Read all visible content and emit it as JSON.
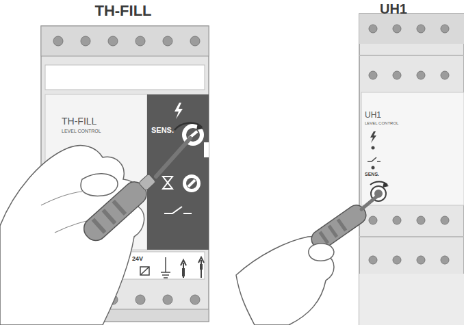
{
  "diagram": {
    "nodes": [
      {
        "text": [
          "TH-FILL",
          "TH-FILL",
          "LEVEL CONTROL"
        ]
      },
      {
        "text": [
          "SENS."
        ],
        "in": 0
      },
      {
        "text": [
          "UH1",
          "UH1",
          "LEVEL CONTROL",
          "SENS."
        ]
      }
    ],
    "labels": [
      "24V"
    ]
  }
}
